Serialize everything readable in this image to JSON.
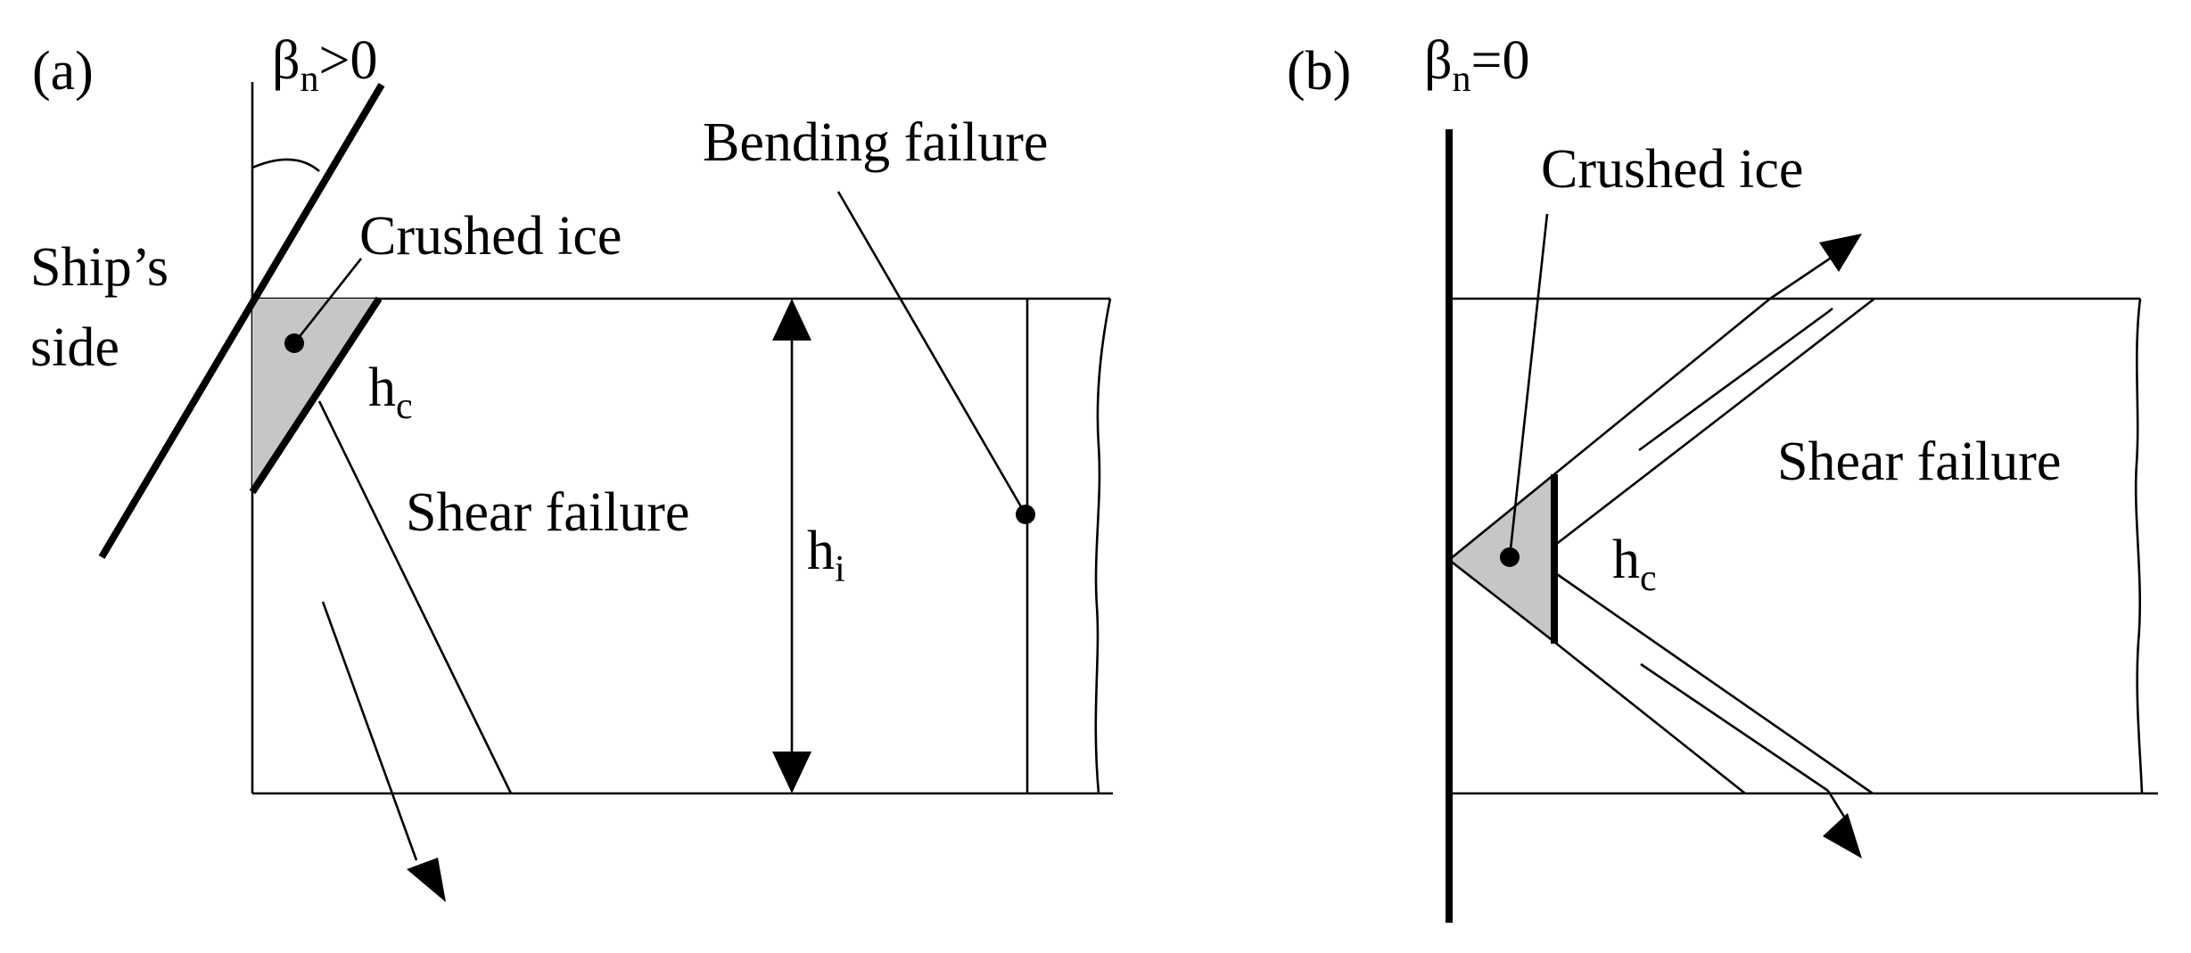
{
  "panel_a": {
    "label": "(a)",
    "angle": {
      "symbol": "β",
      "sub": "n",
      "rel": ">0"
    },
    "ship_side_line1": "Ship’s",
    "ship_side_line2": "side",
    "crushed_ice": "Crushed ice",
    "crush_height": {
      "symbol": "h",
      "sub": "c"
    },
    "shear_failure": "Shear failure",
    "ice_thickness": {
      "symbol": "h",
      "sub": "i"
    },
    "bending_failure": "Bending failure"
  },
  "panel_b": {
    "label": "(b)",
    "angle": {
      "symbol": "β",
      "sub": "n",
      "rel": "=0"
    },
    "crushed_ice": "Crushed ice",
    "crush_height": {
      "symbol": "h",
      "sub": "c"
    },
    "shear_failure": "Shear failure"
  },
  "colors": {
    "line": "#000000",
    "crushed_ice_fill": "#c6c6c6",
    "background": "#ffffff"
  }
}
